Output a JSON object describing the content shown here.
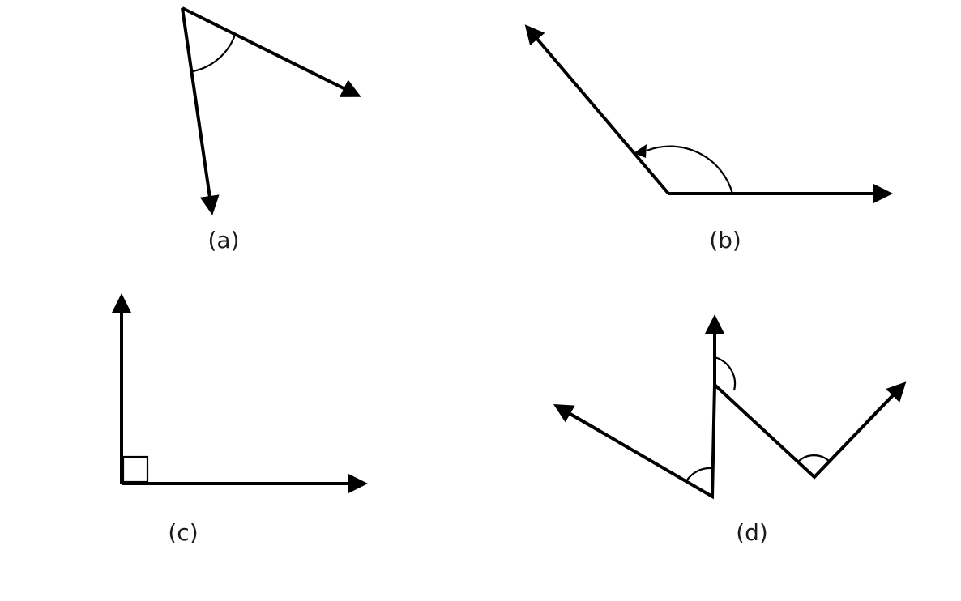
{
  "figure": {
    "stroke_color": "#000000",
    "background": "#ffffff",
    "panels": [
      {
        "id": "a",
        "label": "(a)"
      },
      {
        "id": "b",
        "label": "(b)"
      },
      {
        "id": "c",
        "label": "(c)"
      },
      {
        "id": "d",
        "label": "(d)"
      }
    ]
  }
}
